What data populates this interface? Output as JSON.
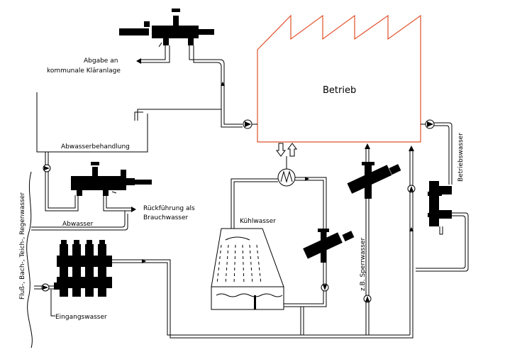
{
  "labels": {
    "betrieb": "Betrieb",
    "abgabe_line1": "Abgabe an",
    "abgabe_line2": "kommunale Kläranlage",
    "abwasserbehandlung": "Abwasserbehandlung",
    "rueckfuehrung_line1": "Rückführung als",
    "rueckfuehrung_line2": "Brauchwasser",
    "abwasser": "Abwasser",
    "kuehlwasser": "Kühlwasser",
    "sperrwasser": "z.B. Sperrwasser",
    "betriebswasser": "Betriebswasser",
    "quelle": "Fluß-, Bach-, Teich-, Regenwasser",
    "eingangswasser": "Eingangswasser"
  },
  "colors": {
    "factory_outline": "#e0502a",
    "line": "#000000"
  }
}
